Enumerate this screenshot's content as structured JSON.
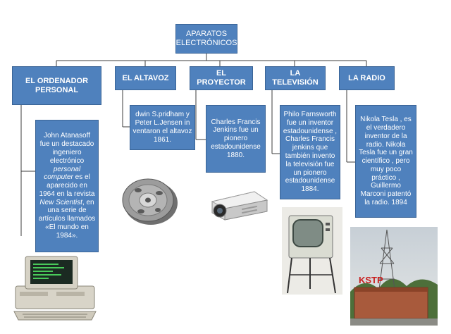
{
  "root": {
    "line1": "APARATOS",
    "line2": "ELECTRÓNICOS"
  },
  "columns": [
    {
      "id": "ordenador",
      "title": "EL ORDENADOR PERSONAL",
      "description_parts": [
        {
          "text": "John Atanasoff fue un destacado ingeniero electrónico ",
          "italic": false
        },
        {
          "text": "personal computer",
          "italic": true
        },
        {
          "text": " es el aparecido en 1964 en la revista ",
          "italic": false
        },
        {
          "text": "New Scientist",
          "italic": true
        },
        {
          "text": ", en una serie de artículos llamados «El mundo en 1984».",
          "italic": false
        }
      ],
      "image": "computer-image"
    },
    {
      "id": "altavoz",
      "title": "EL ALTAVOZ",
      "description": "dwin S.pridham y Peter L.Jensen in ventaron el altavoz 1861.",
      "image": "speaker-image"
    },
    {
      "id": "proyector",
      "title": "EL PROYECTOR",
      "description": "Charles Francis Jenkins fue un pionero estadounidense 1880.",
      "image": "projector-image"
    },
    {
      "id": "television",
      "title": "LA TELEVISIÓN",
      "description": "Philo Farnsworth fue un inventor estadounidense , Charles Francis jenkins que también invento la televisión fue un pionero estadounidense 1884.",
      "image": "television-image"
    },
    {
      "id": "radio",
      "title": "LA RADIO",
      "description": "Nikola Tesla , es el verdadero inventor de la radio. Nikola Tesla fue un gran científico , pero muy poco práctico , Guillermo Marconi patentó la radio. 1894",
      "image": "radio-station-image",
      "sign_text": "KSTP"
    }
  ],
  "colors": {
    "box_fill": "#4f81bd",
    "box_border": "#3a6496",
    "connector": "#3c3c3c"
  }
}
